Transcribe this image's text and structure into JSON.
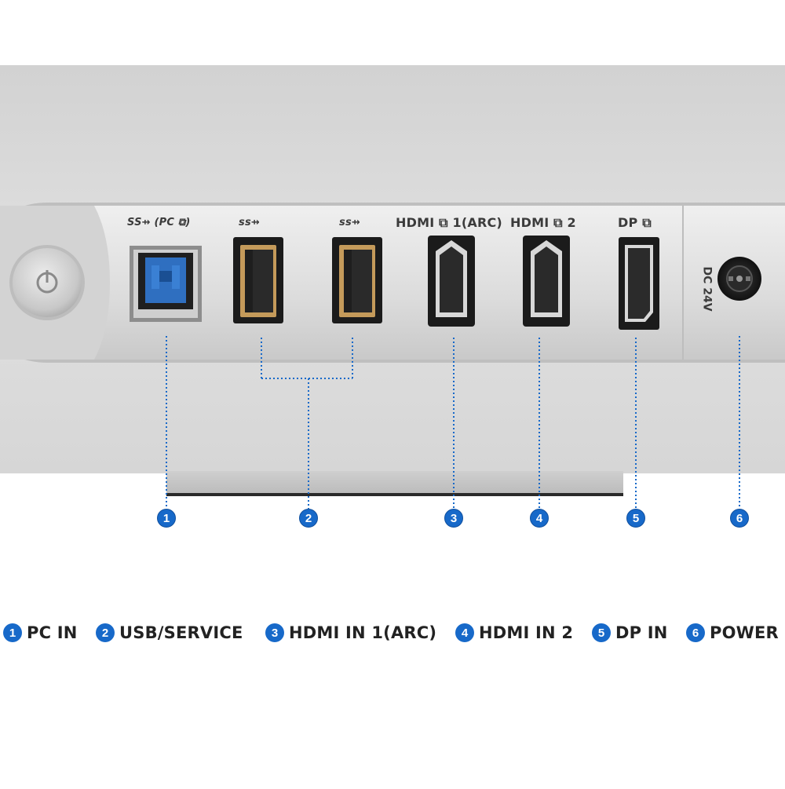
{
  "panel_labels": {
    "usb_b": "(PC",
    "usb_a1": "ss",
    "usb_a2": "ss",
    "hdmi1": "HDMI",
    "hdmi1_suffix": "1(ARC)",
    "hdmi2": "HDMI",
    "hdmi2_suffix": "2",
    "dp": "DP",
    "dc": "DC 24V"
  },
  "callouts": [
    "1",
    "2",
    "3",
    "4",
    "5",
    "6"
  ],
  "legend": [
    {
      "num": "1",
      "label": "PC IN"
    },
    {
      "num": "2",
      "label": "USB/SERVICE"
    },
    {
      "num": "3",
      "label": "HDMI IN 1(ARC)"
    },
    {
      "num": "4",
      "label": "HDMI IN 2"
    },
    {
      "num": "5",
      "label": "DP IN"
    },
    {
      "num": "6",
      "label": "POWER"
    }
  ],
  "colors": {
    "accent_blue": "#1769c9",
    "usb3_blue": "#2f6fc0",
    "body_silver": "#d9d9d9"
  },
  "icons": [
    "power-button-icon",
    "usb-b-port-icon",
    "usb-a-port-icon",
    "hdmi-port-icon",
    "displayport-icon",
    "dc-power-jack-icon"
  ]
}
